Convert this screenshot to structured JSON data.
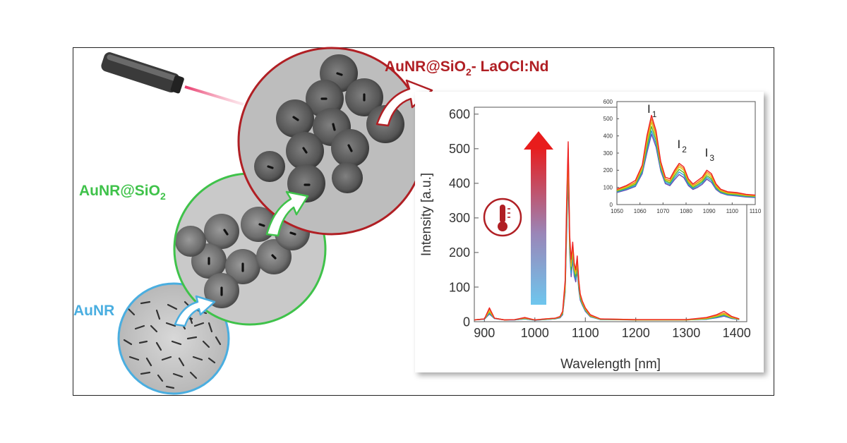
{
  "labels": {
    "stage1": "AuNR",
    "stage2": "AuNR@SiO",
    "stage2_sub": "2",
    "stage3_a": "AuNR@SiO",
    "stage3_sub": "2",
    "stage3_b": "- LaOCl:Nd"
  },
  "colors": {
    "stage1": "#4aaee0",
    "stage2": "#3fc24a",
    "stage3": "#b01f24",
    "arrow_top": "#e81c1c",
    "arrow_bottom": "#6ec6ee"
  },
  "icons": [
    "laser-pointer-icon",
    "thermometer-icon",
    "temperature-arrow-icon"
  ],
  "chart_data": [
    {
      "type": "line",
      "xlabel": "Wavelength [nm]",
      "ylabel": "Intensity [a.u.]",
      "xlim": [
        880,
        1420
      ],
      "ylim": [
        0,
        620
      ],
      "xticks": [
        900,
        1000,
        1100,
        1200,
        1300,
        1400
      ],
      "yticks": [
        0,
        100,
        200,
        300,
        400,
        500,
        600
      ],
      "x": [
        880,
        900,
        910,
        920,
        940,
        960,
        980,
        1000,
        1020,
        1040,
        1050,
        1055,
        1060,
        1063,
        1066,
        1069,
        1072,
        1075,
        1078,
        1081,
        1084,
        1087,
        1090,
        1094,
        1100,
        1110,
        1130,
        1200,
        1300,
        1340,
        1360,
        1375,
        1390,
        1405
      ],
      "series": [
        {
          "color": "#ee2222",
          "values": [
            5,
            8,
            40,
            10,
            5,
            6,
            12,
            5,
            8,
            10,
            15,
            30,
            120,
            350,
            520,
            250,
            180,
            230,
            170,
            150,
            190,
            120,
            80,
            60,
            40,
            20,
            8,
            6,
            6,
            12,
            20,
            30,
            15,
            8
          ]
        },
        {
          "color": "#f08a24",
          "values": [
            5,
            8,
            35,
            10,
            5,
            6,
            10,
            5,
            8,
            10,
            15,
            28,
            110,
            330,
            500,
            240,
            170,
            220,
            165,
            145,
            180,
            115,
            78,
            58,
            38,
            18,
            8,
            6,
            6,
            10,
            18,
            25,
            14,
            8
          ]
        },
        {
          "color": "#d9cc1a",
          "values": [
            5,
            8,
            30,
            10,
            5,
            6,
            10,
            5,
            7,
            9,
            14,
            26,
            100,
            310,
            480,
            230,
            160,
            210,
            155,
            138,
            170,
            110,
            74,
            55,
            36,
            17,
            7,
            5,
            5,
            9,
            16,
            22,
            12,
            7
          ]
        },
        {
          "color": "#55b52e",
          "values": [
            5,
            8,
            28,
            10,
            5,
            6,
            9,
            5,
            7,
            9,
            13,
            24,
            95,
            290,
            460,
            220,
            150,
            200,
            148,
            130,
            162,
            104,
            70,
            52,
            34,
            16,
            7,
            5,
            5,
            8,
            14,
            20,
            11,
            7
          ]
        },
        {
          "color": "#2a9fd6",
          "values": [
            5,
            7,
            25,
            9,
            5,
            5,
            8,
            4,
            6,
            8,
            12,
            22,
            90,
            270,
            440,
            210,
            140,
            190,
            140,
            122,
            155,
            98,
            66,
            50,
            32,
            15,
            6,
            5,
            5,
            7,
            12,
            18,
            10,
            6
          ]
        },
        {
          "color": "#6a4fb0",
          "values": [
            5,
            7,
            22,
            9,
            5,
            5,
            8,
            4,
            6,
            8,
            11,
            20,
            85,
            250,
            420,
            200,
            130,
            180,
            132,
            115,
            148,
            92,
            62,
            48,
            30,
            14,
            6,
            5,
            5,
            7,
            11,
            16,
            9,
            6
          ]
        }
      ]
    },
    {
      "type": "line",
      "xlim": [
        1050,
        1110
      ],
      "ylim": [
        0,
        600
      ],
      "xticks": [
        1050,
        1060,
        1070,
        1080,
        1090,
        1100,
        1110
      ],
      "yticks": [
        0,
        100,
        200,
        300,
        400,
        500,
        600
      ],
      "annotations": [
        {
          "label": "I",
          "sub": "1",
          "x": 1065
        },
        {
          "label": "I",
          "sub": "2",
          "x": 1078
        },
        {
          "label": "I",
          "sub": "3",
          "x": 1090
        }
      ],
      "x": [
        1050,
        1054,
        1058,
        1061,
        1063,
        1065,
        1067,
        1069,
        1071,
        1073,
        1075,
        1077,
        1079,
        1081,
        1083,
        1085,
        1087,
        1089,
        1091,
        1093,
        1095,
        1098,
        1102,
        1106,
        1110
      ],
      "series": [
        {
          "color": "#ee2222",
          "values": [
            90,
            110,
            140,
            230,
            400,
            520,
            430,
            250,
            160,
            150,
            200,
            240,
            220,
            150,
            120,
            140,
            160,
            200,
            180,
            120,
            90,
            75,
            70,
            60,
            55
          ]
        },
        {
          "color": "#f08a24",
          "values": [
            85,
            105,
            130,
            220,
            380,
            500,
            410,
            240,
            150,
            140,
            190,
            230,
            210,
            140,
            112,
            130,
            150,
            190,
            170,
            112,
            85,
            70,
            65,
            56,
            52
          ]
        },
        {
          "color": "#d9cc1a",
          "values": [
            82,
            100,
            125,
            210,
            360,
            480,
            395,
            230,
            145,
            134,
            180,
            220,
            200,
            134,
            106,
            124,
            142,
            180,
            160,
            106,
            80,
            66,
            62,
            53,
            50
          ]
        },
        {
          "color": "#55b52e",
          "values": [
            78,
            95,
            118,
            200,
            340,
            455,
            375,
            220,
            138,
            126,
            168,
            205,
            186,
            126,
            100,
            116,
            134,
            168,
            150,
            100,
            76,
            62,
            58,
            50,
            47
          ]
        },
        {
          "color": "#2a9fd6",
          "values": [
            74,
            90,
            110,
            190,
            320,
            430,
            355,
            208,
            130,
            118,
            156,
            190,
            172,
            118,
            94,
            108,
            126,
            158,
            140,
            94,
            72,
            58,
            54,
            47,
            44
          ]
        },
        {
          "color": "#6a4fb0",
          "values": [
            70,
            85,
            105,
            180,
            300,
            410,
            335,
            196,
            122,
            110,
            145,
            175,
            158,
            110,
            88,
            100,
            118,
            148,
            130,
            88,
            68,
            55,
            50,
            44,
            41
          ]
        }
      ]
    }
  ]
}
